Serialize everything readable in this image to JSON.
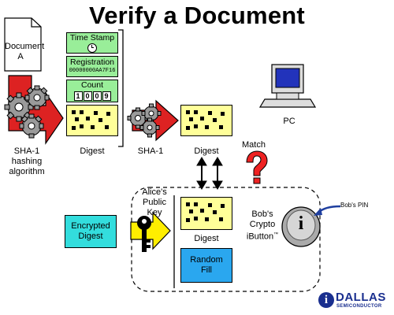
{
  "title": "Verify a Document",
  "document": {
    "line1": "Document",
    "line2": "A"
  },
  "record": {
    "time_stamp": "Time Stamp",
    "registration": "Registration",
    "registration_value": "00000000AA7F16",
    "count": "Count",
    "count_digits": [
      "1",
      "0",
      "0",
      "9"
    ]
  },
  "labels": {
    "sha1_hashing_1": "SHA-1",
    "sha1_hashing_2": "hashing",
    "sha1_hashing_3": "algorithm",
    "digest_left": "Digest",
    "sha1_mid": "SHA-1",
    "digest_mid": "Digest",
    "pc": "PC",
    "match": "Match",
    "match_symbol": "?",
    "alice_1": "Alice's",
    "alice_2": "Public",
    "alice_3": "Key",
    "encrypted_1": "Encrypted",
    "encrypted_2": "Digest",
    "digest_lower": "Digest",
    "random_1": "Random",
    "random_2": "Fill",
    "bob_1": "Bob's",
    "bob_2": "Crypto",
    "bob_3": "iButton",
    "bob_tm": "™",
    "bobs_pin": "Bob's PIN",
    "ibutton_letter": "i"
  },
  "logo": {
    "name": "DALLAS",
    "sub": "SEMICONDUCTOR",
    "letter": "i"
  },
  "colors": {
    "green": "#99ee99",
    "yellow": "#ffff99",
    "cyan": "#33dddd",
    "blue": "#2aa7ef",
    "red": "#dd2222"
  }
}
